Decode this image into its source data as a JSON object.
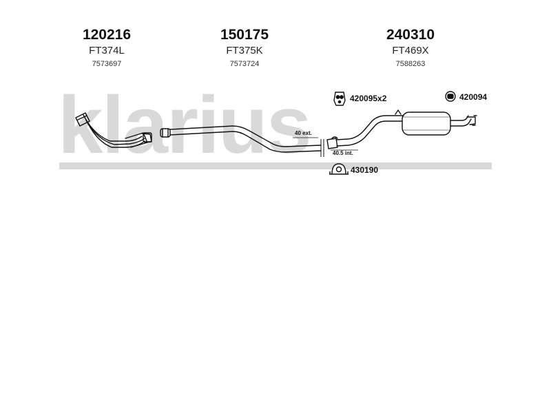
{
  "watermark": {
    "text": "klarius",
    "color": "#d9d9d9"
  },
  "parts": [
    {
      "code": "120216",
      "ref": "FT374L",
      "oe": "7573697"
    },
    {
      "code": "150175",
      "ref": "FT375K",
      "oe": "7573724"
    },
    {
      "code": "240310",
      "ref": "FT469X",
      "oe": "7588263"
    }
  ],
  "fittings": [
    {
      "icon": "rubber-mount-icon",
      "code": "420095x2"
    },
    {
      "icon": "round-mount-icon",
      "code": "420094"
    },
    {
      "icon": "clamp-icon",
      "code": "430190"
    }
  ],
  "dimensions": [
    {
      "label": "40 ext."
    },
    {
      "label": "40.5 int."
    }
  ],
  "colors": {
    "line": "#111111",
    "watermark": "#d9d9d9",
    "background": "#ffffff"
  }
}
